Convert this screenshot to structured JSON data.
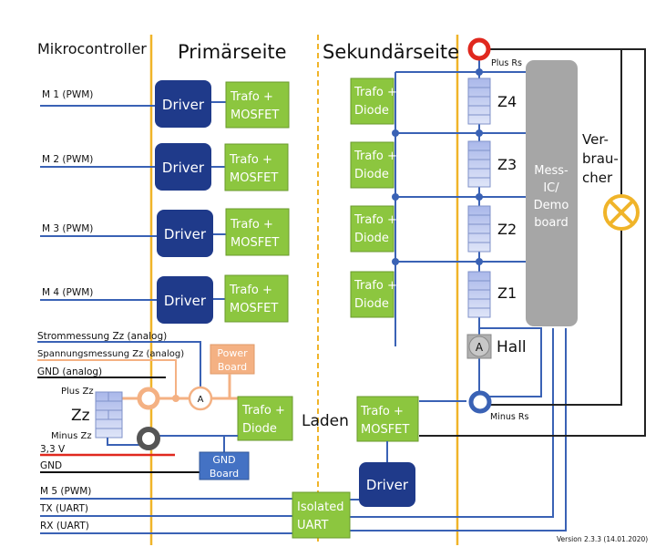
{
  "colors": {
    "driver": "#1f3a8a",
    "trafo": "#8cc63f",
    "wire_blue": "#3a62b5",
    "divider": "#f0b429",
    "messic": "#a6a6a6",
    "power": "#f4b183",
    "gnd_board": "#4472c4",
    "plus_rs": "#e0281e",
    "bulb": "#f0b429",
    "red_line": "#e0281e",
    "black_line": "#111111"
  },
  "headers": {
    "mikrocontroller": "Mikrocontroller",
    "primaerseite": "Primärseite",
    "sekundaerseite": "Sekundärseite"
  },
  "pwm_lines": [
    {
      "label": "M 1 (PWM)",
      "driver": "Driver",
      "trafo": [
        "Trafo +",
        "MOSFET"
      ]
    },
    {
      "label": "M 2 (PWM)",
      "driver": "Driver",
      "trafo": [
        "Trafo +",
        "MOSFET"
      ]
    },
    {
      "label": "M 3 (PWM)",
      "driver": "Driver",
      "trafo": [
        "Trafo +",
        "MOSFET"
      ]
    },
    {
      "label": "M 4 (PWM)",
      "driver": "Driver",
      "trafo": [
        "Trafo +",
        "MOSFET"
      ]
    }
  ],
  "secondary_blocks": [
    {
      "line1": "Trafo +",
      "line2": "Diode"
    },
    {
      "line1": "Trafo +",
      "line2": "Diode"
    },
    {
      "line1": "Trafo +",
      "line2": "Diode"
    },
    {
      "line1": "Trafo +",
      "line2": "Diode"
    }
  ],
  "cells": [
    "Z4",
    "Z3",
    "Z2",
    "Z1"
  ],
  "plus_rs": "Plus Rs",
  "minus_rs": "Minus Rs",
  "messic": [
    "Mess-",
    "IC/",
    "Demo",
    "board"
  ],
  "verbraucher": [
    "Ver-",
    "brau-",
    "cher"
  ],
  "hall": {
    "label": "Hall",
    "symbol": "A"
  },
  "analog": {
    "strom": "Strommessung Zz (analog)",
    "spannung": "Spannungsmessung Zz (analog)",
    "gnd_analog": "GND (analog)"
  },
  "zz": {
    "label": "Zz",
    "plus": "Plus Zz",
    "minus": "Minus Zz"
  },
  "ammeter": "A",
  "power_board": [
    "Power",
    "Board"
  ],
  "zz_trafo": [
    "Trafo +",
    "Diode"
  ],
  "v33": "3,3 V",
  "gnd": "GND",
  "gnd_board": [
    "GND",
    "Board"
  ],
  "laden": {
    "label": "Laden",
    "trafo": [
      "Trafo +",
      "MOSFET"
    ],
    "driver": "Driver"
  },
  "bus_lines": [
    "M 5 (PWM)",
    "TX (UART)",
    "RX (UART)"
  ],
  "uart": [
    "Isolated",
    "UART"
  ],
  "version": "Version 2.3.3  (14.01.2020)"
}
